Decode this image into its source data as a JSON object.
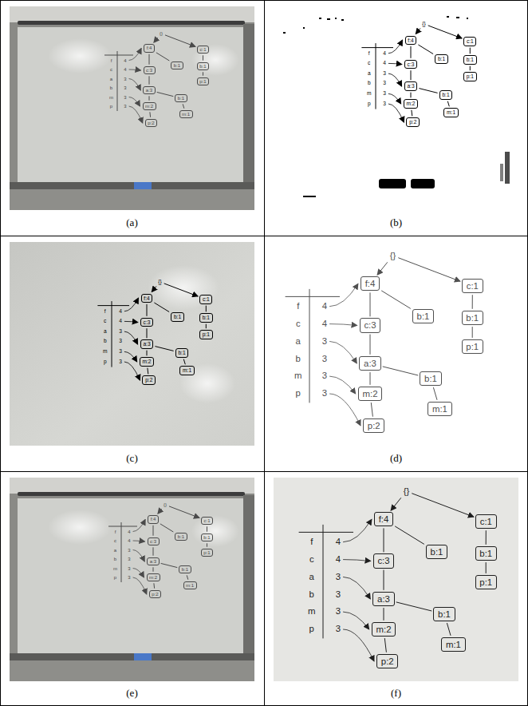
{
  "diagram": {
    "nodes": [
      {
        "text": [
          "(a)"
        ]
      },
      {
        "text": [
          "{}"
        ],
        "in": 0
      },
      {
        "text": [
          "f:4"
        ],
        "in": 0
      },
      {
        "text": [
          "c:1"
        ],
        "in": 0
      },
      {
        "text": [
          "c:3"
        ],
        "in": 0
      },
      {
        "text": [
          "b:1"
        ],
        "in": 0
      },
      {
        "text": [
          "b:1"
        ],
        "in": 0
      },
      {
        "text": [
          "a:3"
        ],
        "in": 0
      },
      {
        "text": [
          "p:1"
        ],
        "in": 0
      },
      {
        "text": [
          "m:2"
        ],
        "in": 0
      },
      {
        "text": [
          "b:1"
        ],
        "in": 0
      },
      {
        "text": [
          "p:2"
        ],
        "in": 0
      },
      {
        "text": [
          "m:1"
        ],
        "in": 0
      },
      {
        "text": [
          "(b)"
        ]
      },
      {
        "text": [
          "{}"
        ],
        "in": 13
      },
      {
        "text": [
          "f:4"
        ],
        "in": 13
      },
      {
        "text": [
          "c:1"
        ],
        "in": 13
      },
      {
        "text": [
          "c:3"
        ],
        "in": 13
      },
      {
        "text": [
          "b:1"
        ],
        "in": 13
      },
      {
        "text": [
          "b:1"
        ],
        "in": 13
      },
      {
        "text": [
          "a:3"
        ],
        "in": 13
      },
      {
        "text": [
          "p:1"
        ],
        "in": 13
      },
      {
        "text": [
          "m:2"
        ],
        "in": 13
      },
      {
        "text": [
          "b:1"
        ],
        "in": 13
      },
      {
        "text": [
          "p:2"
        ],
        "in": 13
      },
      {
        "text": [
          "m:1"
        ],
        "in": 13
      },
      {
        "text": [
          "(c)"
        ]
      },
      {
        "text": [
          "{}"
        ],
        "in": 26
      },
      {
        "text": [
          "f:4"
        ],
        "in": 26
      },
      {
        "text": [
          "c:1"
        ],
        "in": 26
      },
      {
        "text": [
          "c:3"
        ],
        "in": 26
      },
      {
        "text": [
          "b:1"
        ],
        "in": 26
      },
      {
        "text": [
          "b:1"
        ],
        "in": 26
      },
      {
        "text": [
          "a:3"
        ],
        "in": 26
      },
      {
        "text": [
          "p:1"
        ],
        "in": 26
      },
      {
        "text": [
          "m:2"
        ],
        "in": 26
      },
      {
        "text": [
          "b:1"
        ],
        "in": 26
      },
      {
        "text": [
          "p:2"
        ],
        "in": 26
      },
      {
        "text": [
          "m:1"
        ],
        "in": 26
      },
      {
        "text": [
          "(d)"
        ]
      },
      {
        "text": [
          "{}"
        ],
        "in": 39
      },
      {
        "text": [
          "f:4"
        ],
        "in": 39
      },
      {
        "text": [
          "c:1"
        ],
        "in": 39
      },
      {
        "text": [
          "c:3"
        ],
        "in": 39
      },
      {
        "text": [
          "b:1"
        ],
        "in": 39
      },
      {
        "text": [
          "b:1"
        ],
        "in": 39
      },
      {
        "text": [
          "a:3"
        ],
        "in": 39
      },
      {
        "text": [
          "p:1"
        ],
        "in": 39
      },
      {
        "text": [
          "m:2"
        ],
        "in": 39
      },
      {
        "text": [
          "b:1"
        ],
        "in": 39
      },
      {
        "text": [
          "p:2"
        ],
        "in": 39
      },
      {
        "text": [
          "m:1"
        ],
        "in": 39
      },
      {
        "text": [
          "(e)"
        ]
      },
      {
        "text": [
          "{}"
        ],
        "in": 52
      },
      {
        "text": [
          "f:4"
        ],
        "in": 52
      },
      {
        "text": [
          "c:1"
        ],
        "in": 52
      },
      {
        "text": [
          "c:3"
        ],
        "in": 52
      },
      {
        "text": [
          "b:1"
        ],
        "in": 52
      },
      {
        "text": [
          "b:1"
        ],
        "in": 52
      },
      {
        "text": [
          "a:3"
        ],
        "in": 52
      },
      {
        "text": [
          "p:1"
        ],
        "in": 52
      },
      {
        "text": [
          "m:2"
        ],
        "in": 52
      },
      {
        "text": [
          "b:1"
        ],
        "in": 52
      },
      {
        "text": [
          "p:2"
        ],
        "in": 52
      },
      {
        "text": [
          "m:1"
        ],
        "in": 52
      },
      {
        "text": [
          "(f)"
        ]
      },
      {
        "text": [
          "{}"
        ],
        "in": 65
      },
      {
        "text": [
          "f:4"
        ],
        "in": 65
      },
      {
        "text": [
          "c:1"
        ],
        "in": 65
      },
      {
        "text": [
          "c:3"
        ],
        "in": 65
      },
      {
        "text": [
          "b:1"
        ],
        "in": 65
      },
      {
        "text": [
          "b:1"
        ],
        "in": 65
      },
      {
        "text": [
          "a:3"
        ],
        "in": 65
      },
      {
        "text": [
          "p:1"
        ],
        "in": 65
      },
      {
        "text": [
          "m:2"
        ],
        "in": 65
      },
      {
        "text": [
          "b:1"
        ],
        "in": 65
      },
      {
        "text": [
          "p:2"
        ],
        "in": 65
      },
      {
        "text": [
          "m:1"
        ],
        "in": 65
      }
    ],
    "edges": [
      {
        "from": 1,
        "to": 2,
        "arrow": "to"
      },
      {
        "from": 1,
        "to": 3,
        "arrow": "to"
      },
      {
        "from": 2,
        "to": 4,
        "arrow": "none"
      },
      {
        "from": 2,
        "to": 5,
        "arrow": "none"
      },
      {
        "from": 3,
        "to": 6,
        "arrow": "none"
      },
      {
        "from": 4,
        "to": 7,
        "arrow": "none"
      },
      {
        "from": 6,
        "to": 8,
        "arrow": "none"
      },
      {
        "from": 7,
        "to": 9,
        "arrow": "none"
      },
      {
        "from": 7,
        "to": 10,
        "arrow": "none"
      },
      {
        "from": 9,
        "to": 11,
        "arrow": "none"
      },
      {
        "from": 10,
        "to": 12,
        "arrow": "none"
      },
      {
        "from": 14,
        "to": 15,
        "arrow": "to"
      },
      {
        "from": 14,
        "to": 16,
        "arrow": "to"
      },
      {
        "from": 15,
        "to": 17,
        "arrow": "none"
      },
      {
        "from": 15,
        "to": 18,
        "arrow": "none"
      },
      {
        "from": 16,
        "to": 19,
        "arrow": "none"
      },
      {
        "from": 17,
        "to": 20,
        "arrow": "none"
      },
      {
        "from": 19,
        "to": 21,
        "arrow": "none"
      },
      {
        "from": 20,
        "to": 22,
        "arrow": "none"
      },
      {
        "from": 20,
        "to": 23,
        "arrow": "none"
      },
      {
        "from": 22,
        "to": 24,
        "arrow": "none"
      },
      {
        "from": 23,
        "to": 25,
        "arrow": "none"
      },
      {
        "from": 27,
        "to": 28,
        "arrow": "to"
      },
      {
        "from": 27,
        "to": 29,
        "arrow": "to"
      },
      {
        "from": 28,
        "to": 30,
        "arrow": "none"
      },
      {
        "from": 28,
        "to": 31,
        "arrow": "none"
      },
      {
        "from": 29,
        "to": 32,
        "arrow": "none"
      },
      {
        "from": 30,
        "to": 33,
        "arrow": "none"
      },
      {
        "from": 32,
        "to": 34,
        "arrow": "none"
      },
      {
        "from": 33,
        "to": 35,
        "arrow": "none"
      },
      {
        "from": 33,
        "to": 36,
        "arrow": "none"
      },
      {
        "from": 35,
        "to": 37,
        "arrow": "none"
      },
      {
        "from": 36,
        "to": 38,
        "arrow": "none"
      },
      {
        "from": 40,
        "to": 41,
        "arrow": "to"
      },
      {
        "from": 40,
        "to": 42,
        "arrow": "to"
      },
      {
        "from": 41,
        "to": 43,
        "arrow": "none"
      },
      {
        "from": 41,
        "to": 44,
        "arrow": "none"
      },
      {
        "from": 42,
        "to": 45,
        "arrow": "none"
      },
      {
        "from": 43,
        "to": 46,
        "arrow": "none"
      },
      {
        "from": 45,
        "to": 47,
        "arrow": "none"
      },
      {
        "from": 46,
        "to": 48,
        "arrow": "none"
      },
      {
        "from": 46,
        "to": 49,
        "arrow": "none"
      },
      {
        "from": 48,
        "to": 50,
        "arrow": "none"
      },
      {
        "from": 49,
        "to": 51,
        "arrow": "none"
      },
      {
        "from": 53,
        "to": 54,
        "arrow": "to"
      },
      {
        "from": 53,
        "to": 55,
        "arrow": "to"
      },
      {
        "from": 54,
        "to": 56,
        "arrow": "none"
      },
      {
        "from": 54,
        "to": 57,
        "arrow": "none"
      },
      {
        "from": 55,
        "to": 58,
        "arrow": "none"
      },
      {
        "from": 56,
        "to": 59,
        "arrow": "none"
      },
      {
        "from": 58,
        "to": 60,
        "arrow": "none"
      },
      {
        "from": 59,
        "to": 61,
        "arrow": "none"
      },
      {
        "from": 59,
        "to": 62,
        "arrow": "none"
      },
      {
        "from": 61,
        "to": 63,
        "arrow": "none"
      },
      {
        "from": 62,
        "to": 64,
        "arrow": "none"
      },
      {
        "from": 66,
        "to": 67,
        "arrow": "to"
      },
      {
        "from": 66,
        "to": 68,
        "arrow": "to"
      },
      {
        "from": 67,
        "to": 69,
        "arrow": "none"
      },
      {
        "from": 67,
        "to": 70,
        "arrow": "none"
      },
      {
        "from": 68,
        "to": 71,
        "arrow": "none"
      },
      {
        "from": 69,
        "to": 72,
        "arrow": "none"
      },
      {
        "from": 71,
        "to": 73,
        "arrow": "none"
      },
      {
        "from": 72,
        "to": 74,
        "arrow": "none"
      },
      {
        "from": 72,
        "to": 75,
        "arrow": "none"
      },
      {
        "from": 74,
        "to": 76,
        "arrow": "none"
      },
      {
        "from": 75,
        "to": 77,
        "arrow": "none"
      }
    ],
    "labels": [
      "f",
      "4",
      "c",
      "4",
      "a",
      "3",
      "b",
      "3",
      "m",
      "3",
      "p",
      "3",
      "f",
      "4",
      "c",
      "4",
      "a",
      "3",
      "b",
      "3",
      "m",
      "3",
      "p",
      "3",
      "f",
      "4",
      "c",
      "4",
      "a",
      "3",
      "b",
      "3",
      "m",
      "3",
      "p",
      "3",
      "f",
      "4",
      "c",
      "4",
      "a",
      "3",
      "b",
      "3",
      "m",
      "3",
      "p",
      "3",
      "f",
      "4",
      "c",
      "4",
      "a",
      "3",
      "b",
      "3",
      "m",
      "3",
      "p",
      "3",
      "f",
      "4",
      "c",
      "4",
      "a",
      "3",
      "b",
      "3",
      "m",
      "3",
      "p",
      "3"
    ]
  }
}
